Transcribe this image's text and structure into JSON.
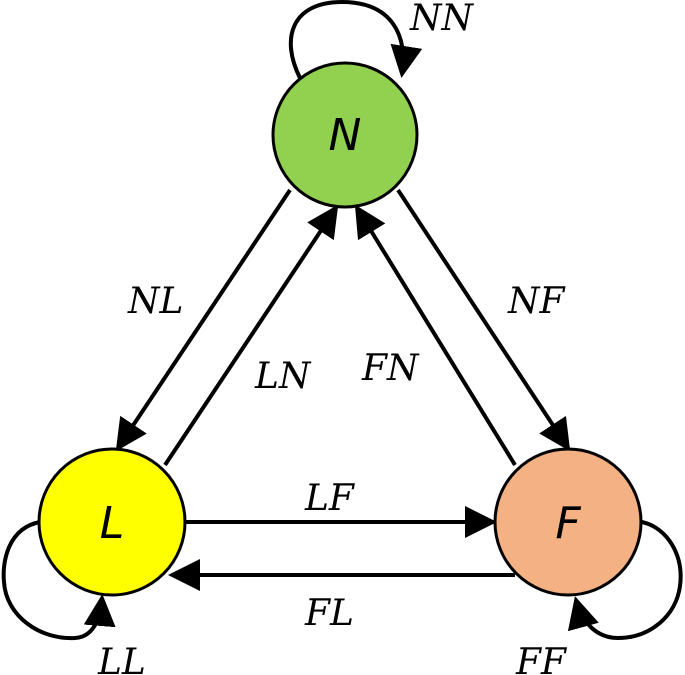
{
  "nodes": {
    "N": {
      "label": "N",
      "color": "#92d050"
    },
    "L": {
      "label": "L",
      "color": "#ffff00"
    },
    "F": {
      "label": "F",
      "color": "#f4b183"
    }
  },
  "edges": {
    "NN": "NN",
    "NL": "NL",
    "LN": "LN",
    "NF": "NF",
    "FN": "FN",
    "LF": "LF",
    "FL": "FL",
    "LL": "LL",
    "FF": "FF"
  }
}
